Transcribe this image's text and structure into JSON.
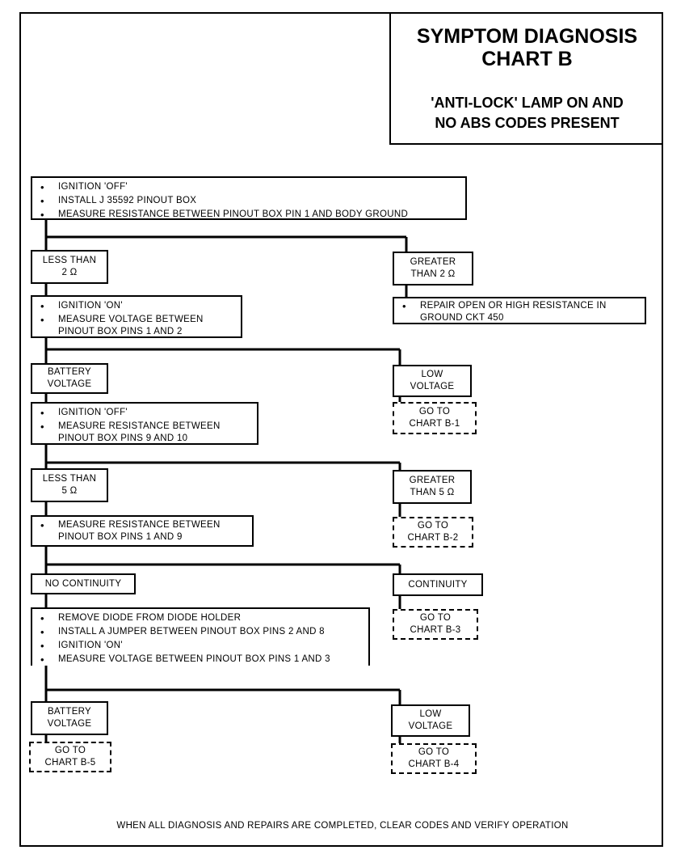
{
  "title": {
    "line1": "SYMPTOM DIAGNOSIS",
    "line2": "CHART B",
    "sub1": "'ANTI-LOCK' LAMP ON AND",
    "sub2": "NO ABS CODES PRESENT"
  },
  "step1": {
    "items": [
      "IGNITION 'OFF'",
      "INSTALL J 35592 PINOUT BOX",
      "MEASURE RESISTANCE BETWEEN PINOUT BOX PIN 1 AND BODY GROUND"
    ]
  },
  "branch1": {
    "left": {
      "line1": "LESS THAN",
      "line2": "2 Ω"
    },
    "right": {
      "line1": "GREATER",
      "line2": "THAN 2 Ω"
    },
    "right_action": [
      "REPAIR OPEN OR HIGH RESISTANCE IN",
      "GROUND CKT 450"
    ]
  },
  "step2": {
    "items": [
      "IGNITION 'ON'",
      "MEASURE VOLTAGE BETWEEN PINOUT BOX PINS 1 AND 2"
    ],
    "item2_line1": "MEASURE VOLTAGE BETWEEN",
    "item2_line2": "PINOUT BOX PINS 1 AND 2"
  },
  "branch2": {
    "left": {
      "line1": "BATTERY",
      "line2": "VOLTAGE"
    },
    "right": {
      "line1": "LOW",
      "line2": "VOLTAGE"
    },
    "right_goto": {
      "line1": "GO TO",
      "line2": "CHART B-1"
    }
  },
  "step3": {
    "item1": "IGNITION 'OFF'",
    "item2_line1": "MEASURE RESISTANCE  BETWEEN",
    "item2_line2": "PINOUT BOX PINS 9 AND 10"
  },
  "branch3": {
    "left": {
      "line1": "LESS THAN",
      "line2": "5 Ω"
    },
    "right": {
      "line1": "GREATER",
      "line2": "THAN 5 Ω"
    },
    "right_goto": {
      "line1": "GO TO",
      "line2": "CHART B-2"
    }
  },
  "step4": {
    "item1_line1": "MEASURE RESISTANCE BETWEEN",
    "item1_line2": "PINOUT BOX PINS 1 AND 9"
  },
  "branch4": {
    "left": "NO CONTINUITY",
    "right": "CONTINUITY",
    "right_goto": {
      "line1": "GO TO",
      "line2": "CHART B-3"
    }
  },
  "step5": {
    "items": [
      "REMOVE DIODE FROM DIODE HOLDER",
      "INSTALL A JUMPER BETWEEN PINOUT BOX PINS 2 AND 8",
      "IGNITION 'ON'",
      "MEASURE VOLTAGE BETWEEN PINOUT BOX PINS 1 AND 3"
    ]
  },
  "branch5": {
    "left": {
      "line1": "BATTERY",
      "line2": "VOLTAGE"
    },
    "right": {
      "line1": "LOW",
      "line2": "VOLTAGE"
    },
    "left_goto": {
      "line1": "GO TO",
      "line2": "CHART B-5"
    },
    "right_goto": {
      "line1": "GO TO",
      "line2": "CHART B-4"
    }
  },
  "footer": "WHEN ALL DIAGNOSIS AND REPAIRS ARE COMPLETED, CLEAR CODES AND VERIFY OPERATION"
}
